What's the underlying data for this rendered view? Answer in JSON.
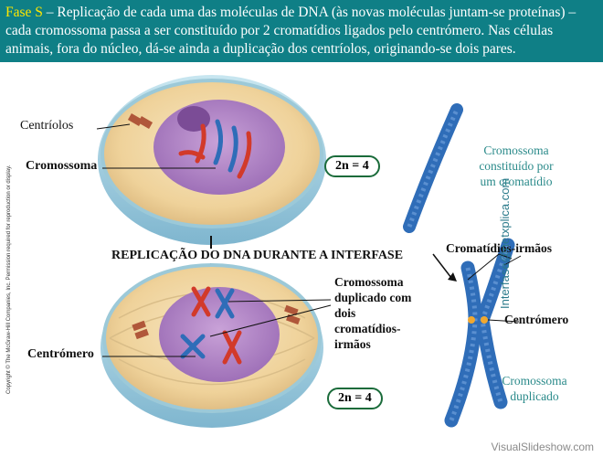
{
  "header": {
    "phase_label": "Fase S",
    "text": " – Replicação de cada uma das moléculas de DNA (às novas moléculas juntam-se proteínas) – cada cromossoma passa a ser constituído por 2 cromatídios ligados pelo centrómero. Nas células animais, fora do núcleo, dá-se ainda a duplicação dos centríolos, originando-se dois pares."
  },
  "labels": {
    "centriolos": "Centríolos",
    "cromossoma": "Cromossoma",
    "ploidy_top": "2n = 4",
    "replication": "REPLICAÇÃO DO DNA DURANTE A INTERFASE",
    "duplicado_line1": "Cromossoma",
    "duplicado_line2": "duplicado com",
    "duplicado_line3": "dois",
    "duplicado_line4": "cromatídios-",
    "duplicado_line5": "irmãos",
    "centromero_left": "Centrómero",
    "ploidy_bottom": "2n = 4",
    "single_line1": "Cromossoma",
    "single_line2": "constituído por",
    "single_line3": "um cromatídio",
    "sisters": "Cromatídios-irmãos",
    "centromero_right": "Centrómero",
    "dup_line1": "Cromossoma",
    "dup_line2": "duplicado"
  },
  "copyright": "Copyright © The McGraw-Hill Companies, Inc. Permission required for reproduction or display.",
  "site": "Interfase@netxplica.com",
  "watermark": "VisualSlideshow.com",
  "colors": {
    "header_bg": "#0f7f86",
    "phase_label": "#ffe600",
    "cell_outer": "#f2d8a6",
    "nucleus": "#b58cc8",
    "chromosome_blue": "#2f6db8",
    "chromosome_red": "#d23a2a",
    "caption_teal": "#2a8a8a"
  }
}
